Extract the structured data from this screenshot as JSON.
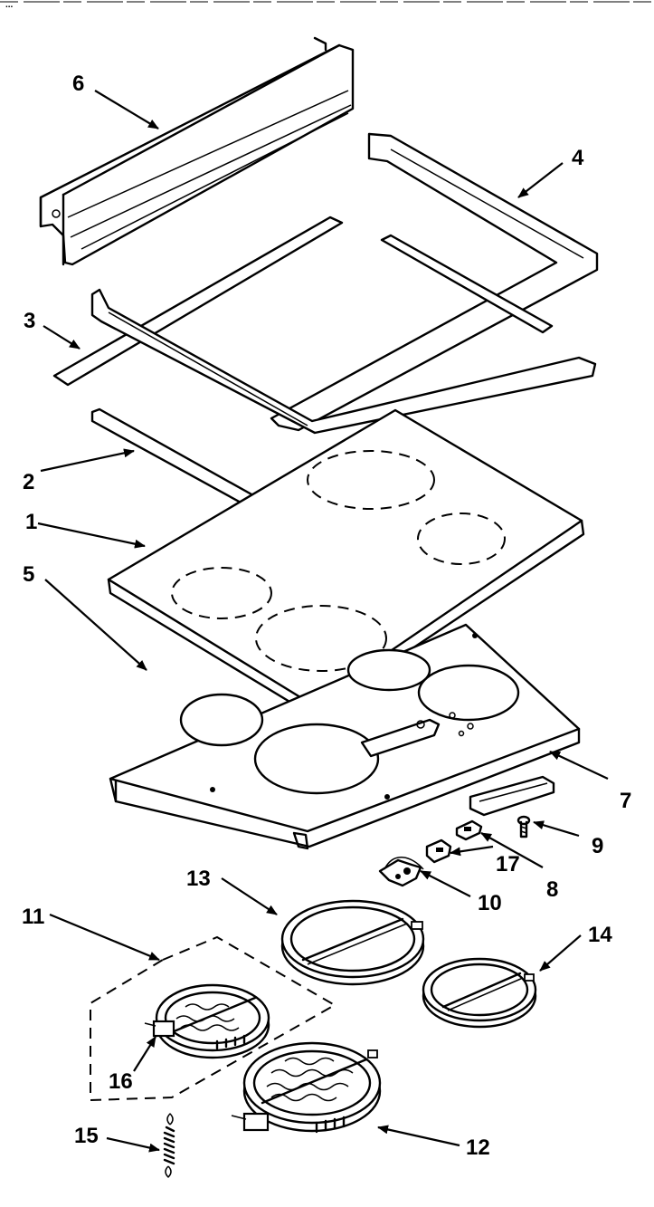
{
  "header_fragment": "...",
  "parts": [
    {
      "id": "part-1",
      "number": "1"
    },
    {
      "id": "part-2",
      "number": "2"
    },
    {
      "id": "part-3",
      "number": "3"
    },
    {
      "id": "part-4",
      "number": "4"
    },
    {
      "id": "part-5",
      "number": "5"
    },
    {
      "id": "part-6",
      "number": "6"
    },
    {
      "id": "part-7",
      "number": "7"
    },
    {
      "id": "part-8",
      "number": "8"
    },
    {
      "id": "part-9",
      "number": "9"
    },
    {
      "id": "part-10",
      "number": "10"
    },
    {
      "id": "part-11",
      "number": "11"
    },
    {
      "id": "part-12",
      "number": "12"
    },
    {
      "id": "part-13",
      "number": "13"
    },
    {
      "id": "part-14",
      "number": "14"
    },
    {
      "id": "part-15",
      "number": "15"
    },
    {
      "id": "part-16",
      "number": "16"
    },
    {
      "id": "part-17",
      "number": "17"
    }
  ]
}
